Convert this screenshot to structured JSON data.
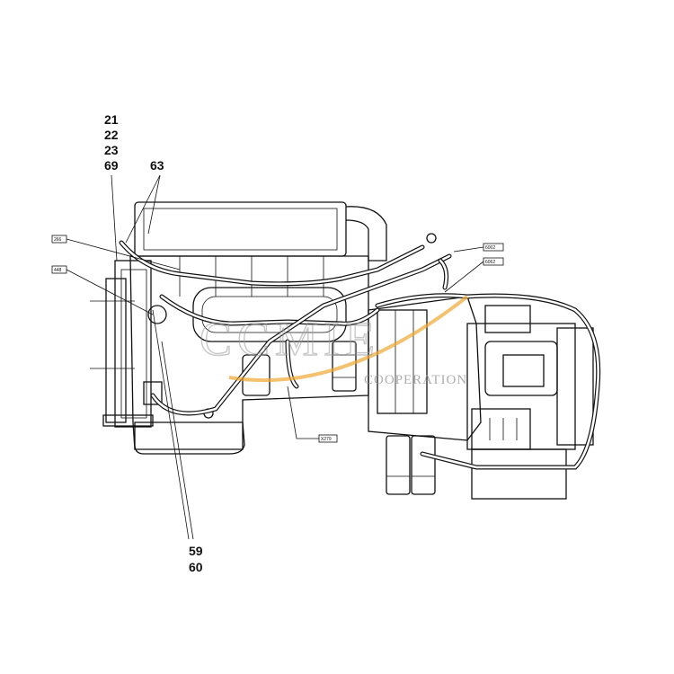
{
  "callouts": {
    "top_left": [
      "21",
      "22",
      "23",
      "69"
    ],
    "top_mid": "63",
    "bottom": [
      "59",
      "60"
    ]
  },
  "tags": {
    "t266": "266",
    "t448": "448",
    "t6002": "6002",
    "t6062": "6062",
    "tx279": "X279"
  },
  "watermark": {
    "big": "CCMIE",
    "small": "COOPERATION",
    "accent_color": "#f0a830"
  }
}
